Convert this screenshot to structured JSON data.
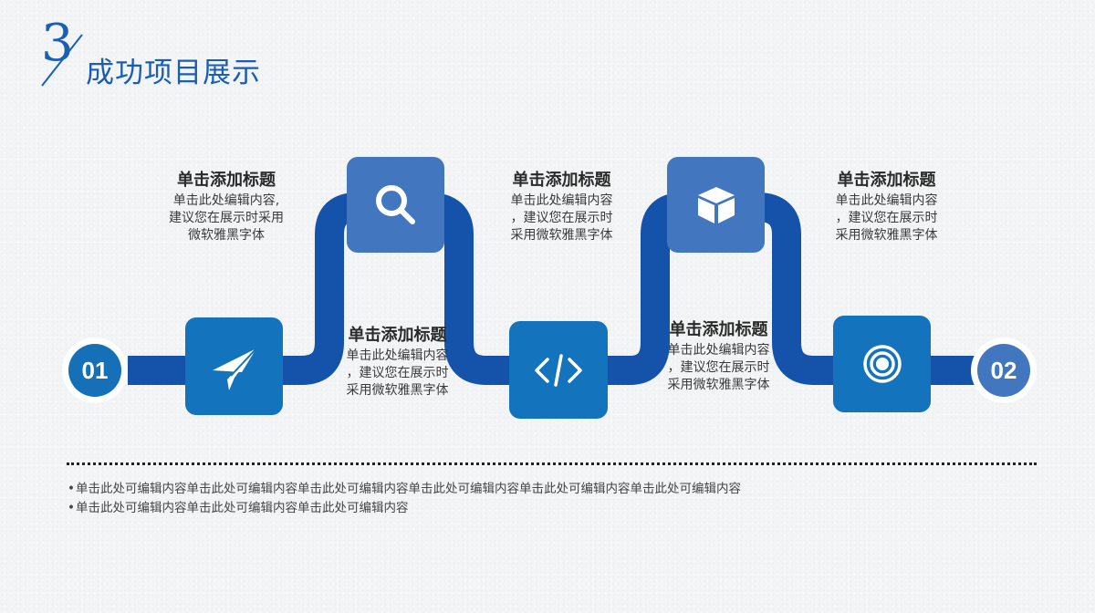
{
  "header": {
    "section_number": "3",
    "title": "成功项目展示"
  },
  "colors": {
    "track": "#1553ab",
    "box_low": "#1473bd",
    "box_high": "#4276be",
    "title_blue": "#1a5db5",
    "text_dark": "#2a2a2a"
  },
  "timeline": {
    "start_label": "01",
    "end_label": "02",
    "steps": [
      {
        "icon": "paper-plane-icon",
        "position": "low",
        "title": "单击添加标题",
        "desc_lines": [
          "单击此处编辑内容,",
          "建议您在展示时采用",
          "微软雅黑字体"
        ]
      },
      {
        "icon": "search-icon",
        "position": "high",
        "title": "单击添加标题",
        "desc_lines": [
          "单击此处编辑内容",
          "，建议您在展示时",
          "采用微软雅黑字体"
        ]
      },
      {
        "icon": "code-icon",
        "position": "low",
        "title": "单击添加标题",
        "desc_lines": [
          "单击此处编辑内容",
          "，建议您在展示时",
          "采用微软雅黑字体"
        ]
      },
      {
        "icon": "cube-icon",
        "position": "high",
        "title": "单击添加标题",
        "desc_lines": [
          "单击此处编辑内容",
          "，建议您在展示时",
          "采用微软雅黑字体"
        ]
      },
      {
        "icon": "target-icon",
        "position": "low",
        "title": "单击添加标题",
        "desc_lines": [
          "单击此处编辑内容",
          "，建议您在展示时",
          "采用微软雅黑字体"
        ]
      }
    ]
  },
  "footer": {
    "bullets": [
      "单击此处可编辑内容单击此处可编辑内容单击此处可编辑内容单击此处可编辑内容单击此处可编辑内容单击此处可编辑内容",
      "单击此处可编辑内容单击此处可编辑内容单击此处可编辑内容"
    ]
  }
}
